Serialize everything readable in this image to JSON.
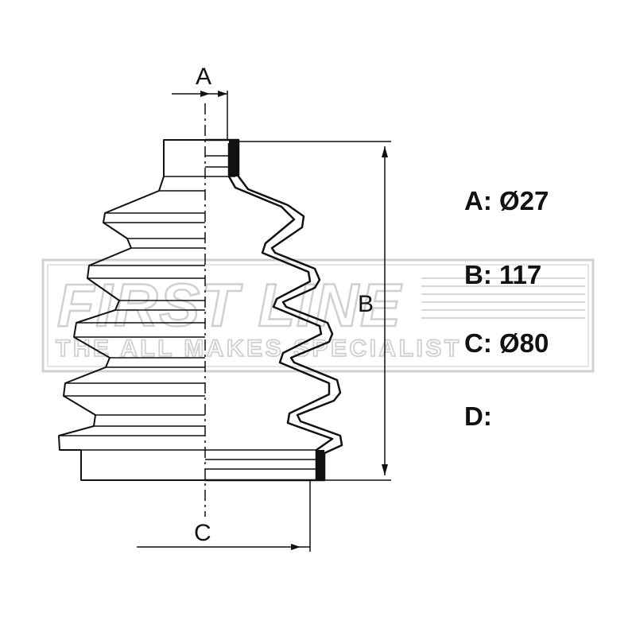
{
  "diagram": {
    "dimension_labels": {
      "a": "A",
      "b": "B",
      "c": "C"
    }
  },
  "watermark": {
    "brand": "FIRST LINE",
    "tagline": "THE ALL MAKES SPECIALIST"
  },
  "specs": [
    {
      "name": "A",
      "value": "Ø27"
    },
    {
      "name": "B",
      "value": "117"
    },
    {
      "name": "C",
      "value": "Ø80"
    },
    {
      "name": "D",
      "value": ""
    }
  ],
  "separator": ":",
  "colors": {
    "line": "#111111",
    "watermark": "#c8c8c8"
  }
}
